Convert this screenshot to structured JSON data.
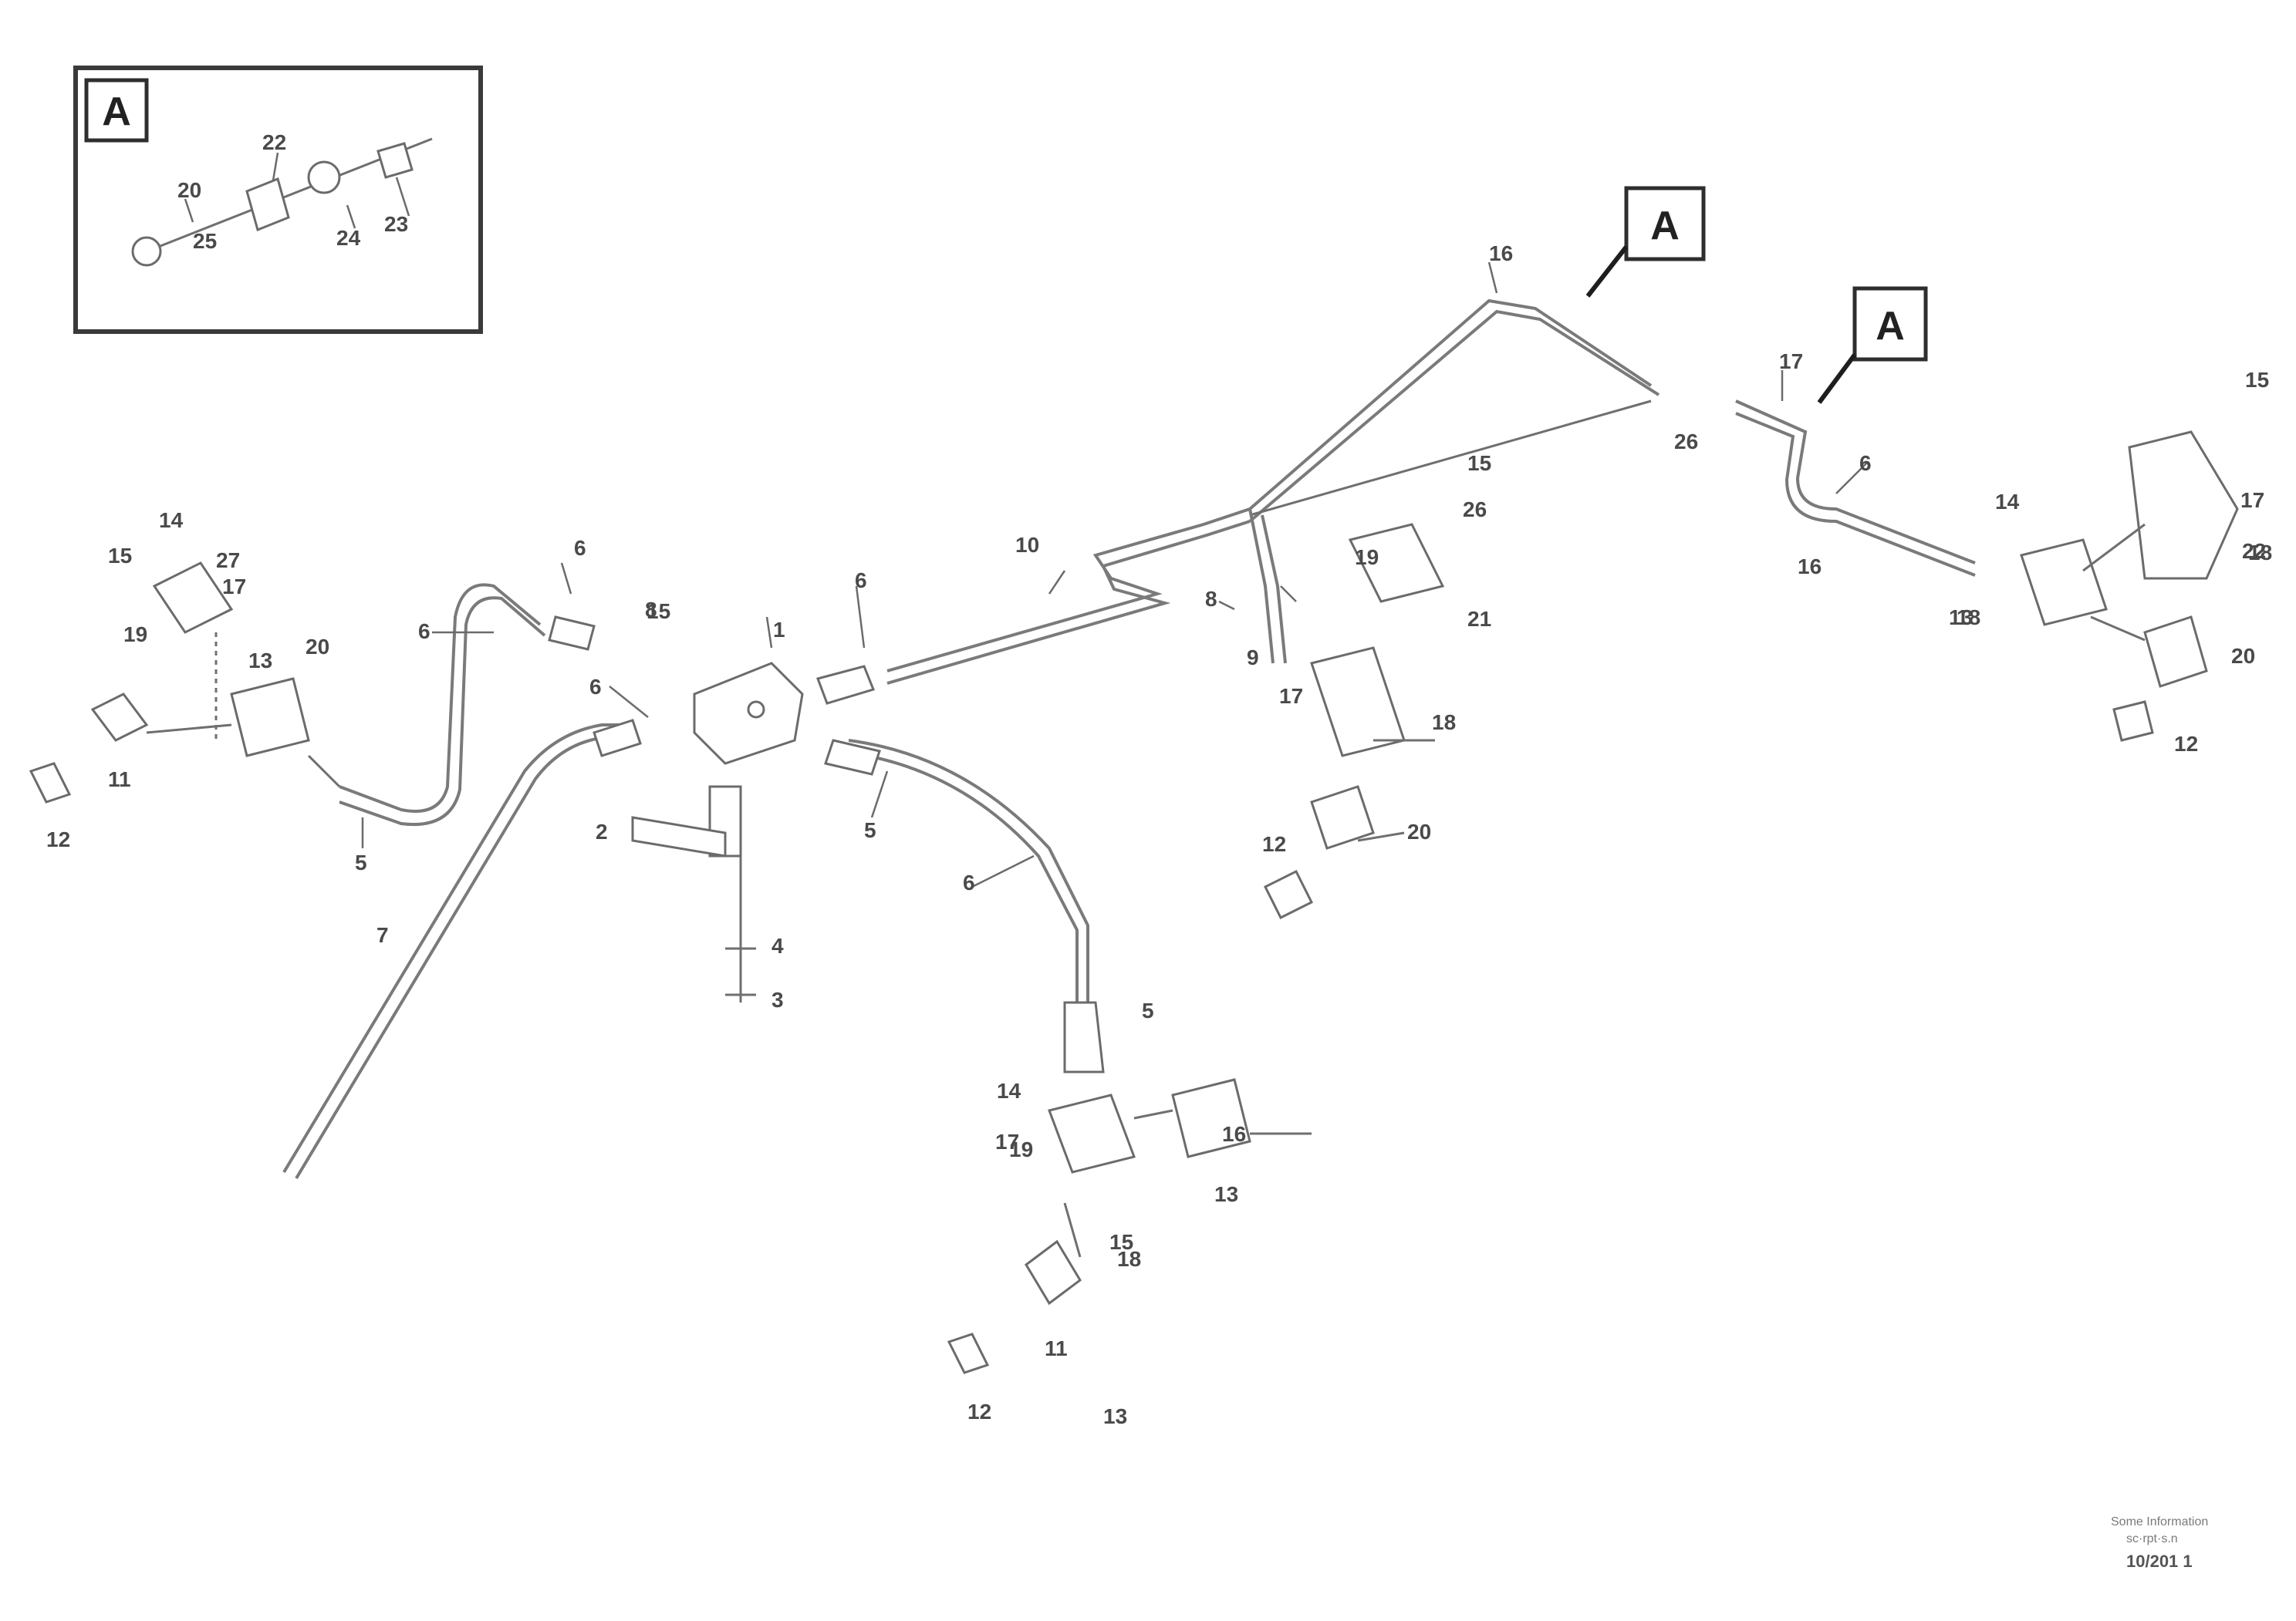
{
  "diagram": {
    "detail_marker": "A",
    "inset": {
      "marker": "A",
      "labels": [
        "20",
        "22",
        "24",
        "23",
        "25"
      ]
    },
    "labels": {
      "p1": "1",
      "p2": "2",
      "p3": "3",
      "p4": "4",
      "p5a": "5",
      "p5b": "5",
      "p5c": "5",
      "p6a": "6",
      "p6b": "6",
      "p6c": "6",
      "p6d": "6",
      "p6e": "6",
      "p6f": "6",
      "p7": "7",
      "p8a": "8",
      "p8b": "8",
      "p9": "9",
      "p10": "10",
      "p11a": "11",
      "p11b": "11",
      "p12a": "12",
      "p12b": "12",
      "p12c": "12",
      "p12d": "12",
      "p13a": "13",
      "p13b": "13",
      "p13c": "13",
      "p13d": "13",
      "p14a": "14",
      "p14b": "14",
      "p14c": "14",
      "p15a": "15",
      "p15b": "15",
      "p15c": "15",
      "p15d": "15",
      "p15e": "15",
      "p16a": "16",
      "p16b": "16",
      "p16c": "16",
      "p17a": "17",
      "p17b": "17",
      "p17c": "17",
      "p17d": "17",
      "p17e": "17",
      "p18a": "18",
      "p18b": "18",
      "p18c": "18",
      "p18d": "18",
      "p19a": "19",
      "p19b": "19",
      "p19c": "19",
      "p20a": "20",
      "p20b": "20",
      "p20c": "20",
      "p21": "21",
      "p22": "22",
      "p26a": "26",
      "p26b": "26",
      "p27": "27"
    },
    "stamp": [
      "Some Information",
      "sc·rpt·s.n",
      "10/201 1"
    ]
  }
}
